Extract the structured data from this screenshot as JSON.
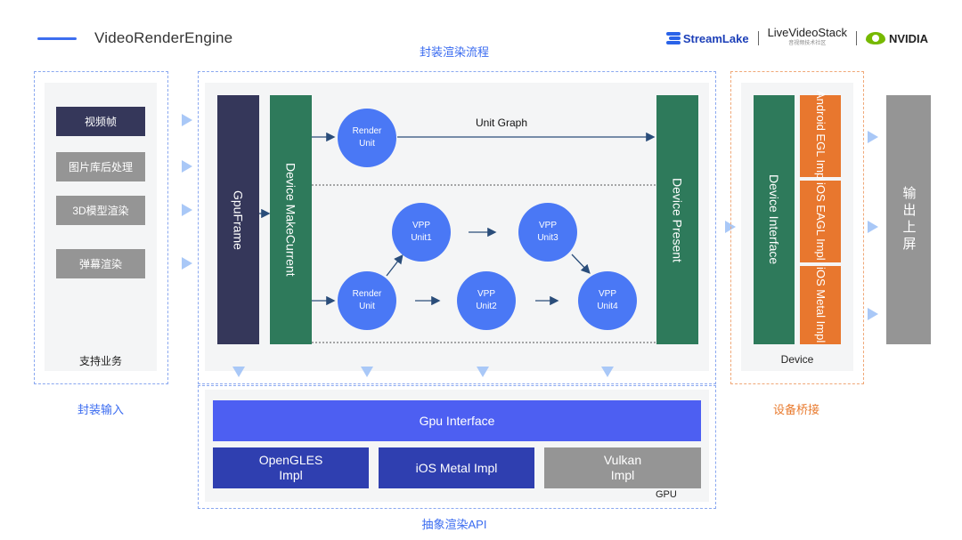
{
  "header": {
    "title": "VideoRenderEngine",
    "logos": {
      "streamlake": "StreamLake",
      "livevideostack": "LiveVideoStack",
      "livevideostack_sub": "音视频技术社区",
      "nvidia": "NVIDIA"
    }
  },
  "sections": {
    "pipeline_title": "封装渲染流程",
    "input_label": "封装输入",
    "device_label": "设备桥接",
    "api_label": "抽象渲染API"
  },
  "inputs": {
    "items": [
      "视频帧",
      "图片库后处理",
      "3D模型渲染",
      "弹幕渲染"
    ],
    "footer": "支持业务"
  },
  "pipeline": {
    "gpu_frame": "GpuFrame",
    "make_current": "Device MakeCurrent",
    "device_present": "Device Present",
    "unit_graph": "Unit Graph",
    "render_unit_top": [
      "Render",
      "Unit"
    ],
    "render_unit_bottom": [
      "Render",
      "Unit"
    ],
    "vpp1": [
      "VPP",
      "Unit1"
    ],
    "vpp2": [
      "VPP",
      "Unit2"
    ],
    "vpp3": [
      "VPP",
      "Unit3"
    ],
    "vpp4": [
      "VPP",
      "Unit4"
    ]
  },
  "device": {
    "interface": "Device Interface",
    "impls": [
      "Android EGL Impl",
      "iOS EAGL Impl",
      "iOS Metal Impl"
    ],
    "footer": "Device"
  },
  "output": {
    "label": "输出上屏"
  },
  "gpu": {
    "interface": "Gpu Interface",
    "opengles": [
      "OpenGLES",
      "Impl"
    ],
    "metal": "iOS Metal Impl",
    "vulkan": [
      "Vulkan",
      "Impl"
    ],
    "footer": "GPU"
  },
  "colors": {
    "accent_blue": "#3b6cf0",
    "dark_navy": "#35375a",
    "green": "#2e7a5b",
    "orange": "#e8772e",
    "circle_blue": "#4a78f5",
    "gpu_interface": "#4d5ff2",
    "impl_navy": "#2f3fb0",
    "gray": "#959595"
  }
}
